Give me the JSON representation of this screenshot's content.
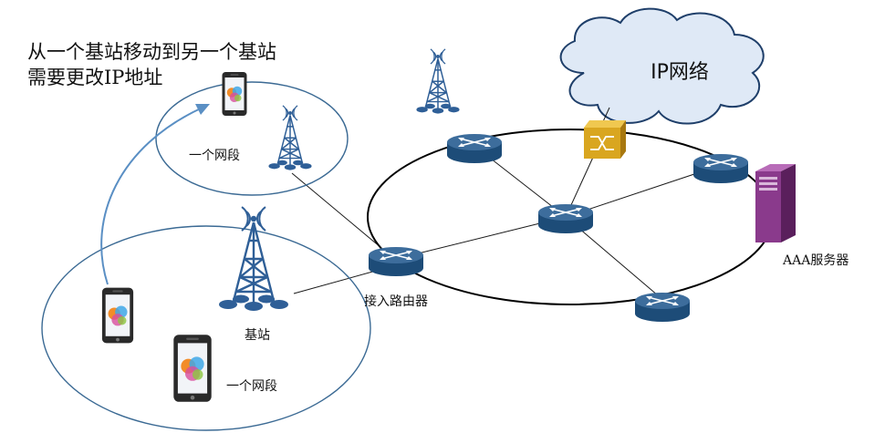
{
  "caption": {
    "line1": "从一个基站移动到另一个基站",
    "line2": "需要更改IP地址"
  },
  "labels": {
    "segment_top": "一个网段",
    "segment_bottom": "一个网段",
    "base_station": "基站",
    "access_router": "接入路由器",
    "aaa_server": "AAA服务器",
    "cloud": "IP网络"
  },
  "icons": {
    "tower": "radio-tower-icon",
    "phone": "smartphone-icon",
    "router": "router-icon",
    "switch": "switch-icon",
    "server": "server-icon",
    "cloud": "cloud-icon"
  },
  "colors": {
    "router_top": "#3d6d9c",
    "router_side": "#1d4c78",
    "switch_fill": "#d9a620",
    "server_fill": "#8a3a8c",
    "tower": "#2f5f97",
    "migration_arrow": "#5a8fc4",
    "cloud_fill": "#dfe9f6",
    "cloud_stroke": "#1f3f6a"
  }
}
